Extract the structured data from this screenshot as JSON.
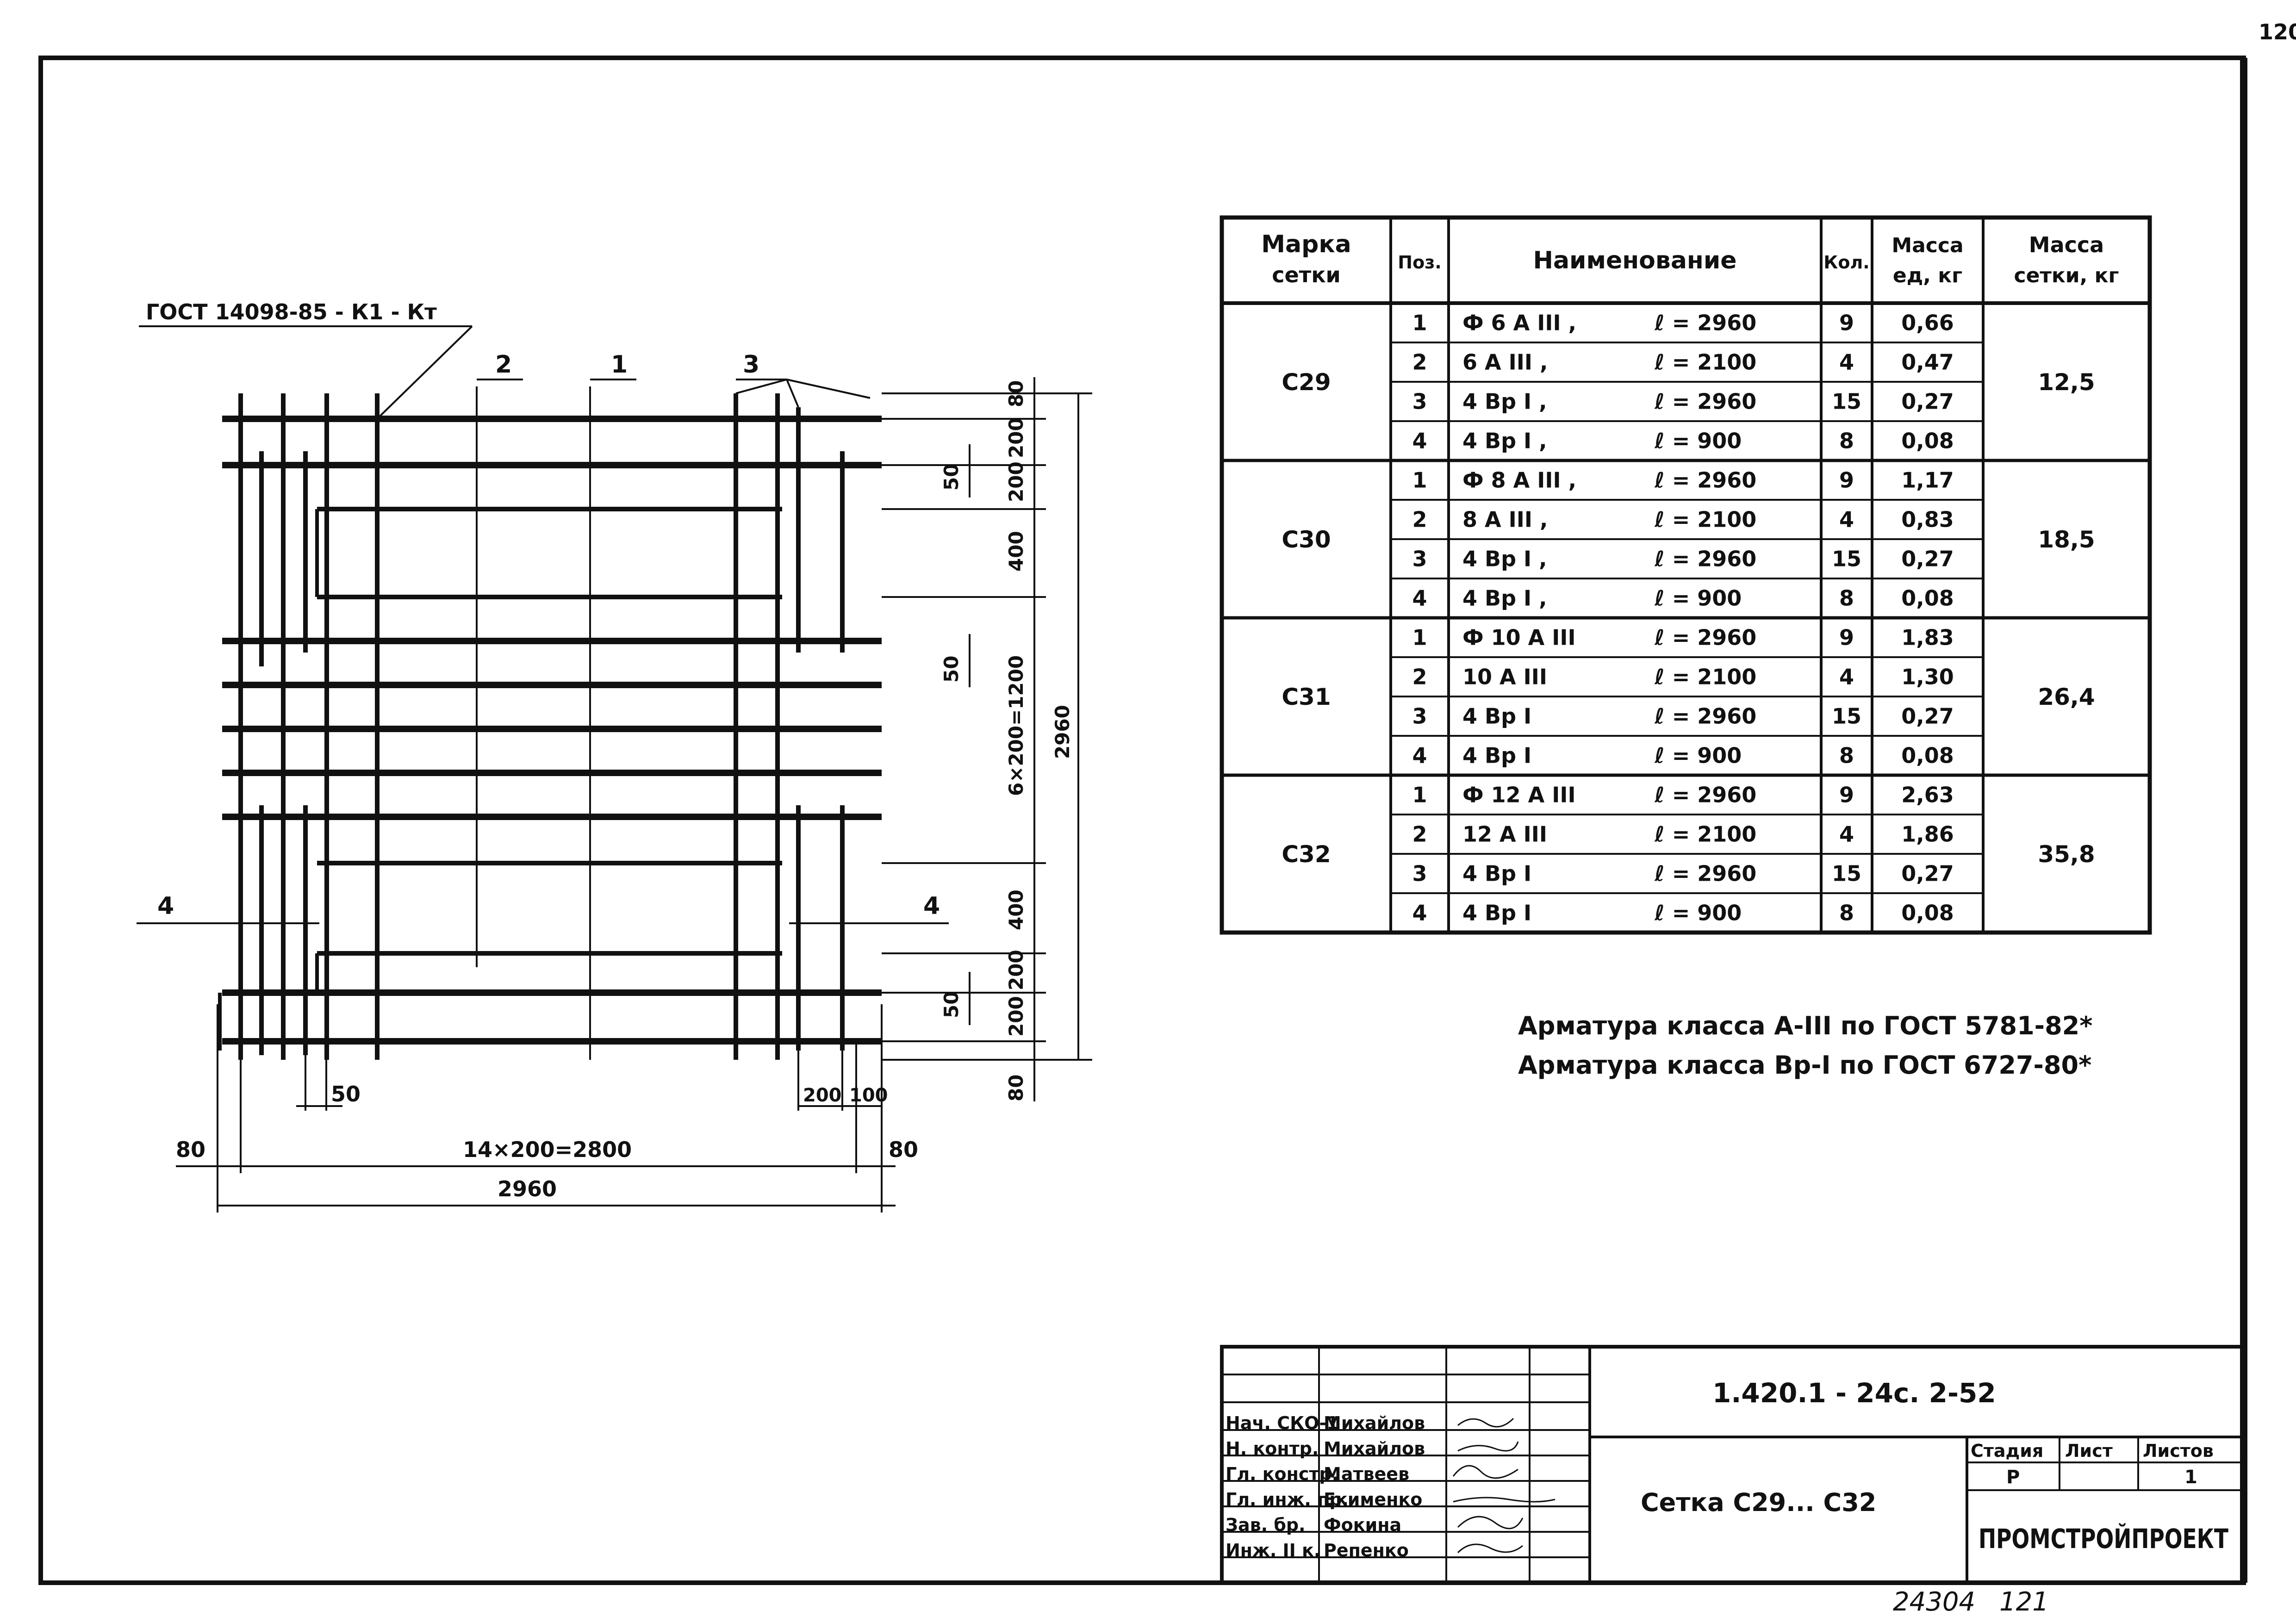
{
  "page": {
    "sheet_no": "120",
    "bottom_no": "24304",
    "bottom_sheet": "121"
  },
  "drawing": {
    "callout_gost": "ГОСТ 14098-85 - К1 - Кт",
    "pos_labels": [
      "2",
      "1",
      "3"
    ],
    "section_label": "4",
    "dims_right": [
      "80",
      "200",
      "200",
      "400",
      "6×200=1200",
      "400",
      "200",
      "200",
      "80"
    ],
    "dims_small": [
      "50",
      "50",
      "50"
    ],
    "total_height": "2960",
    "dims_bottom": {
      "left_80": "80",
      "span": "14×200=2800",
      "right_80": "80",
      "total": "2960",
      "d50": "50",
      "d200": "200",
      "d100": "100"
    }
  },
  "spec_table": {
    "headers": {
      "mark": "Марка сетки",
      "pos": "Поз.",
      "name": "Наименование",
      "qty": "Кол.",
      "unit_mass": "Масса ед, кг",
      "net_mass": "Масса сетки, кг"
    },
    "groups": [
      {
        "mark": "С29",
        "mass": "12,5",
        "rows": [
          {
            "pos": "1",
            "name": "Ф 6 А III ,",
            "len": "ℓ = 2960",
            "qty": "9",
            "unit": "0,66"
          },
          {
            "pos": "2",
            "name": "6 А III ,",
            "len": "ℓ = 2100",
            "qty": "4",
            "unit": "0,47"
          },
          {
            "pos": "3",
            "name": "4 Вр I ,",
            "len": "ℓ = 2960",
            "qty": "15",
            "unit": "0,27"
          },
          {
            "pos": "4",
            "name": "4 Вр I ,",
            "len": "ℓ = 900",
            "qty": "8",
            "unit": "0,08"
          }
        ]
      },
      {
        "mark": "С30",
        "mass": "18,5",
        "rows": [
          {
            "pos": "1",
            "name": "Ф 8 А III ,",
            "len": "ℓ = 2960",
            "qty": "9",
            "unit": "1,17"
          },
          {
            "pos": "2",
            "name": "8 А III ,",
            "len": "ℓ = 2100",
            "qty": "4",
            "unit": "0,83"
          },
          {
            "pos": "3",
            "name": "4 Вр I ,",
            "len": "ℓ = 2960",
            "qty": "15",
            "unit": "0,27"
          },
          {
            "pos": "4",
            "name": "4 Вр I ,",
            "len": "ℓ = 900",
            "qty": "8",
            "unit": "0,08"
          }
        ]
      },
      {
        "mark": "С31",
        "mass": "26,4",
        "rows": [
          {
            "pos": "1",
            "name": "Ф 10 А III",
            "len": "ℓ = 2960",
            "qty": "9",
            "unit": "1,83"
          },
          {
            "pos": "2",
            "name": "10 А III",
            "len": "ℓ = 2100",
            "qty": "4",
            "unit": "1,30"
          },
          {
            "pos": "3",
            "name": "4 Вр I",
            "len": "ℓ = 2960",
            "qty": "15",
            "unit": "0,27"
          },
          {
            "pos": "4",
            "name": "4 Вр I",
            "len": "ℓ = 900",
            "qty": "8",
            "unit": "0,08"
          }
        ]
      },
      {
        "mark": "С32",
        "mass": "35,8",
        "rows": [
          {
            "pos": "1",
            "name": "Ф 12 А III",
            "len": "ℓ = 2960",
            "qty": "9",
            "unit": "2,63"
          },
          {
            "pos": "2",
            "name": "12 А III",
            "len": "ℓ = 2100",
            "qty": "4",
            "unit": "1,86"
          },
          {
            "pos": "3",
            "name": "4 Вр I",
            "len": "ℓ = 2960",
            "qty": "15",
            "unit": "0,27"
          },
          {
            "pos": "4",
            "name": "4 Вр I",
            "len": "ℓ = 900",
            "qty": "8",
            "unit": "0,08"
          }
        ]
      }
    ]
  },
  "notes": [
    "Арматура класса А-III по ГОСТ 5781-82*",
    "Арматура класса Вр-I по ГОСТ 6727-80*"
  ],
  "title_block": {
    "doc_code": "1.420.1 - 24с. 2-52",
    "title": "Сетка С29... С32",
    "stage_label": "Стадия",
    "sheet_label": "Лист",
    "sheets_label": "Листов",
    "stage": "Р",
    "sheets": "1",
    "org": "ПРОМСТРОЙПРОЕКТ",
    "roles": [
      {
        "role": "Нач. СКО-1",
        "name": "Михайлов"
      },
      {
        "role": "Н. контр.",
        "name": "Михайлов"
      },
      {
        "role": "Гл. констр.",
        "name": "Матвеев"
      },
      {
        "role": "Гл. инж. пр.",
        "name": "Екименко"
      },
      {
        "role": "Зав. бр.",
        "name": "Фокина"
      },
      {
        "role": "Инж. II к.",
        "name": "Репенко"
      }
    ]
  }
}
